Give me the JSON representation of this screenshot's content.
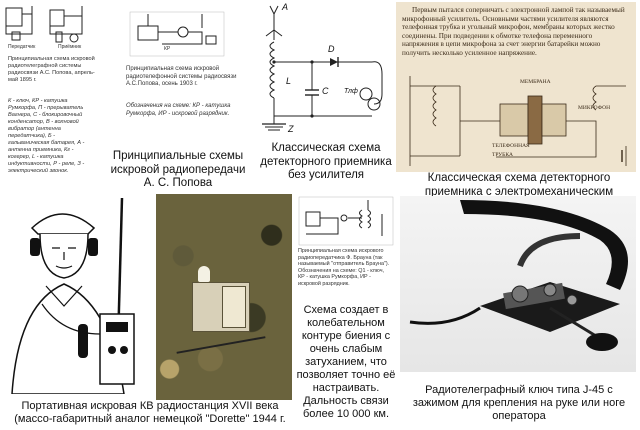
{
  "top_left": {
    "diagram_labels": [
      "Передатчик",
      "Приёмник"
    ],
    "schema_note": "Принципиальная схема искровой радиотелеграфной системы радиосвязи А.С. Попова, апрель-май 1895 г.",
    "legend": "К - ключ, КР - катушка Румкорфа, П - прерыватель Вагнера, С - блокировочный конденсатор, В - волновой вибратор (антенна передатчика), Б - гальваническая батарея, А - антенна приемника, Кг - когерер, L - катушка индуктивности, Р - реле, З - электрический звонок."
  },
  "top_mid": {
    "schema_note": "Принципиальная схема искровой радиотелефонной системы радиосвязи А.С.Попова, осень 1903 г.",
    "notation": "Обозначения на схеме: КР - катушка Румкорфа, ИР - искровой разрядник.",
    "caption": "Принципиальные схемы искровой радиопередачи А. С. Попова"
  },
  "detector": {
    "labels": {
      "A": "A",
      "L": "L",
      "C": "C",
      "D": "D",
      "T": "Тлф",
      "Z": "Z"
    },
    "caption": "Классическая схема детекторного приемника без усилителя"
  },
  "amplifier": {
    "text": "Первым пытался соперничать с электронной лампой так называемый микрофонный усилитель. Основными частями усилителя являются телефонная трубка и угольный микрофон, мембраны которых жестко соединены. При подведении к обмотке телефона переменного напряжения в цепи микрофона за счет энергии батарейки можно получить несколько усиленное напряжение.",
    "labels": [
      "МЕМБРАНА",
      "МИКРОФОН",
      "ТЕЛЕФОННАЯ ТРУБКА"
    ],
    "caption": "Классическая схема детекторного приемника с электромеханическим усилителем"
  },
  "soldier": {
    "caption": "Портативная искровая КВ радиостанция XVII века (массо-габаритный аналог немецкой \"Dorette\" 1944 г."
  },
  "braun": {
    "schema_note": "Принципиальная схема искрового радиопередатчика Ф. Брауна (так называемый \"отправитель Брауна\"). Обозначения на схеме: Q1 - ключ, КР - катушка Румкорфа, ИР - искровой разрядник.",
    "caption": "Схема создает в колебательном контуре биения с очень слабым затуханием, что позволяет точно её настраивать. Дальность связи более 10 000 км."
  },
  "key": {
    "caption": "Радиотелеграфный ключ типа J-45 с зажимом для крепления на руке или ноге оператора"
  }
}
